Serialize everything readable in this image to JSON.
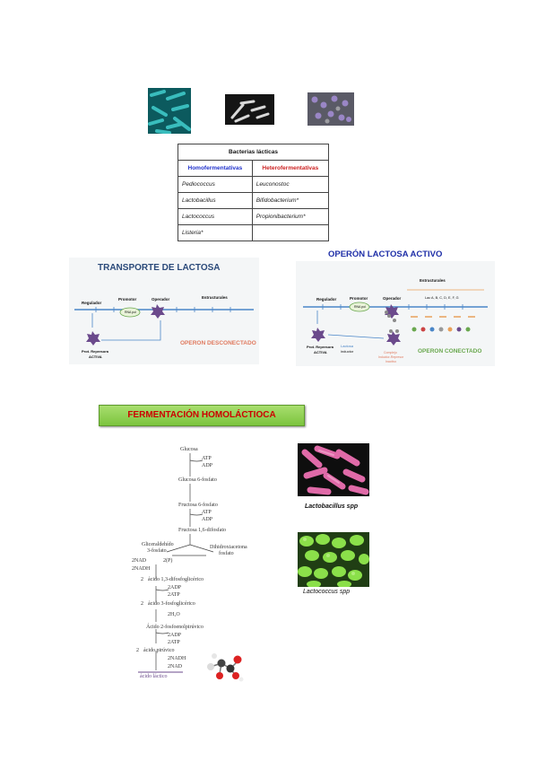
{
  "table": {
    "title": "Bacterias lácticas",
    "headers": [
      "Homofermentativas",
      "Heterofermentativas"
    ],
    "rows": [
      [
        "Pediococcus",
        "Leuconostoc"
      ],
      [
        "Lactobacillus",
        "Bifidobacterium*"
      ],
      [
        "Lactococcus",
        "Propionibacterium*"
      ],
      [
        "Listeria*",
        ""
      ]
    ]
  },
  "transporte": {
    "title": "TRANSPORTE DE LACTOSA",
    "regulador": "Regulador",
    "promotor": "Promotor",
    "operador": "Operador",
    "estructurales": "Estructurales",
    "rna_pol": "RNA pol",
    "represora": "Prot. Represora",
    "activa": "ACTIVA",
    "status": "OPERON DESCONECTADO"
  },
  "operon": {
    "heading": "OPERÓN LACTOSA  ACTIVO",
    "estructurales": "Estructurales",
    "genes": "Lac A, B, C, D, E, F, G",
    "regulador": "Regulador",
    "promotor": "Promotor",
    "operador": "Operador",
    "rna_pol": "RNA pol",
    "represora": "Prot. Represora",
    "activa": "ACTIVA",
    "lactosa": "Lactosa",
    "inductor": "inductor",
    "complejo": "Complejo",
    "inductor_represor": "Inductor-Represor",
    "inactivo": "Inactivo",
    "status": "OPERON CONECTADO"
  },
  "fermentacion": {
    "banner": "FERMENTACIÓN HOMOLÁCTIOCA",
    "steps": {
      "glucosa": "Glucosa",
      "atp1": "ATP",
      "adp1": "ADP",
      "g6f": "Glucosa 6-fosfato",
      "f6f": "Fructosa 6-fosfato",
      "atp2": "ATP",
      "adp2": "ADP",
      "f16": "Fructosa 1,6-difosfato",
      "gliceraldehido": "Gliceraldehído",
      "gliceraldehido2": "3-fosfato",
      "dihidroxi": "Dihidroxiacetona",
      "dihidroxi2": "fosfato",
      "nad": "2NAD",
      "pi": "2(P)",
      "nadh": "2NADH",
      "difosfoglic": "ácido 1,3-difosfoglicérico",
      "adp3": "2ADP",
      "atp3": "2ATP",
      "fosfoglic": "ácido 3-fosfoglicérico",
      "h2o": "2H₂O",
      "fosfoenol": "Ácido 2-fosfoenolpirúvico",
      "adp4": "2ADP",
      "atp4": "2ATP",
      "piruvico": "ácido pirúvico",
      "nadh2": "2NADH",
      "nad2": "2NAD",
      "lactico": "ácido láctico",
      "n1": "2",
      "n2": "2",
      "n3": "2"
    }
  },
  "captions": {
    "lactobacillus": "Lactobacillus spp",
    "lactococcus": "Lactococcus spp"
  },
  "colors": {
    "banner_green": "#8fd14f",
    "banner_text": "#cc0000",
    "operon_heading": "#1f2fa8",
    "status_red": "#e07a5f",
    "status_green": "#6aa84f",
    "title_blue": "#2b4a7a"
  }
}
